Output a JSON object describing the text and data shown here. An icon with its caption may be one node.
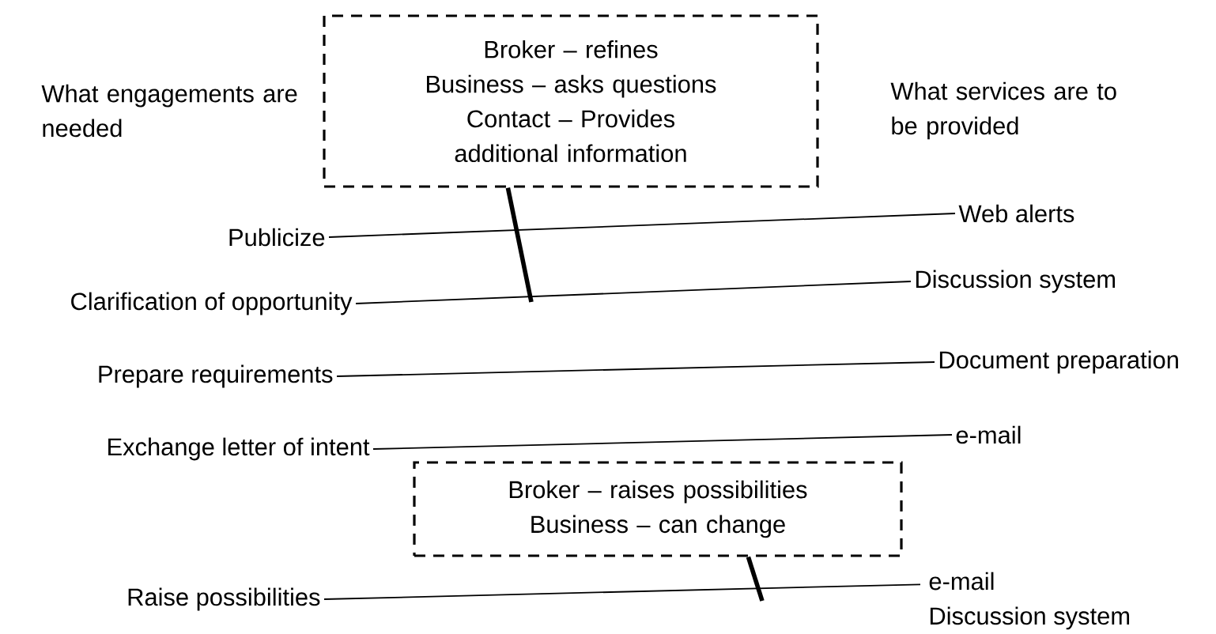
{
  "diagram": {
    "nodes": [
      {
        "text": [
          "Broker – refines",
          "Business – asks questions",
          "Contact – Provides additional information"
        ]
      },
      {
        "text": [
          "Publicize"
        ]
      },
      {
        "text": [
          "Web alerts"
        ]
      },
      {
        "text": [
          "Clarification of opportunity"
        ]
      },
      {
        "text": [
          "Discussion system"
        ]
      },
      {
        "text": [
          "Prepare requirements"
        ]
      },
      {
        "text": [
          "Document preparation"
        ]
      },
      {
        "text": [
          "Exchange letter of intent"
        ]
      },
      {
        "text": [
          "e-mail"
        ]
      },
      {
        "text": [
          "Broker – raises possibilities",
          "Business – can change"
        ]
      },
      {
        "text": [
          "Raise possibilities"
        ]
      },
      {
        "text": [
          "e-mail",
          "Discussion system"
        ]
      }
    ],
    "edges": [
      {
        "from": 1,
        "to": 2,
        "arrow": "none"
      },
      {
        "from": 3,
        "to": 4,
        "arrow": "none"
      },
      {
        "from": 0,
        "to": null,
        "arrow": "none",
        "style": "thick"
      },
      {
        "from": 5,
        "to": 6,
        "arrow": "none"
      },
      {
        "from": 7,
        "to": 8,
        "arrow": "none"
      },
      {
        "from": 10,
        "to": 11,
        "arrow": "none"
      },
      {
        "from": 9,
        "to": null,
        "arrow": "none",
        "style": "thick"
      }
    ],
    "labels": [
      "What engagements are needed",
      "What services are to be provided"
    ]
  }
}
